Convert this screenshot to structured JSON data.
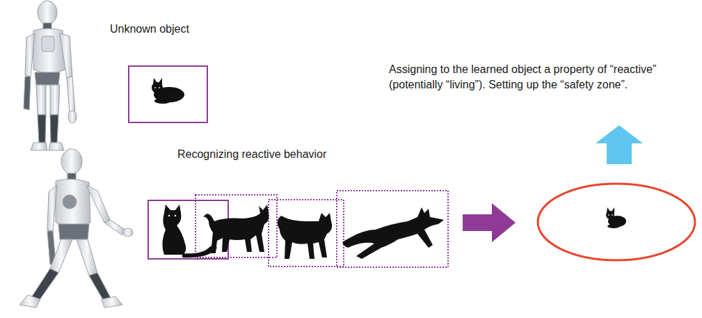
{
  "diagram": {
    "labels": [
      "Unknown object",
      "Recognizing reactive behavior",
      "Assigning to the learned object a property of “reactive” (potentially “living”). Setting up the “safety zone”."
    ]
  }
}
